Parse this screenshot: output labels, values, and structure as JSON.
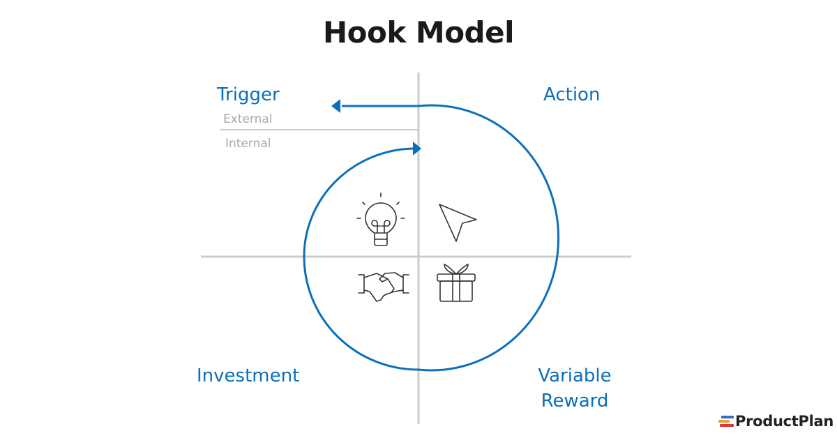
{
  "title": "Hook Model",
  "quadrants": {
    "trigger": {
      "label": "Trigger",
      "sub": [
        "External",
        "Internal"
      ]
    },
    "action": {
      "label": "Action"
    },
    "investment": {
      "label": "Investment"
    },
    "variable_reward": {
      "label_line1": "Variable",
      "label_line2": "Reward"
    }
  },
  "icons": [
    "lightbulb-icon",
    "cursor-arrow-icon",
    "handshake-icon",
    "gift-icon"
  ],
  "colors": {
    "accent": "#0b6fba",
    "axis": "#cccccc",
    "icon": "#333333",
    "subtext": "#a8a8a8"
  },
  "logo": {
    "text": "ProductPlan",
    "bars": [
      "#2f6fc4",
      "#f29b30",
      "#d9363e"
    ]
  }
}
